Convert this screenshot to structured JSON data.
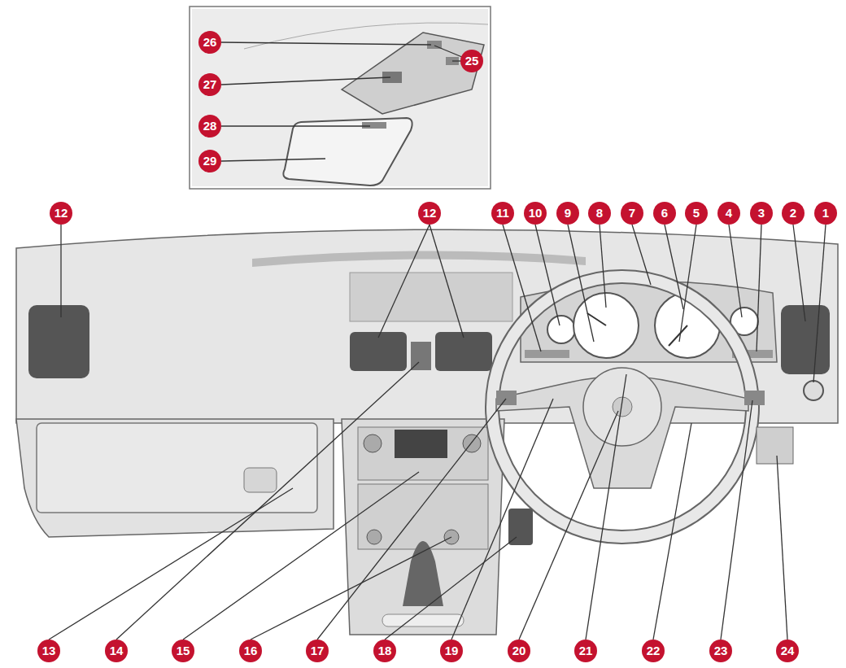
{
  "diagram": {
    "labels": [
      "26",
      "25",
      "27",
      "28",
      "29",
      "12",
      "12",
      "11",
      "10",
      "9",
      "8",
      "7",
      "6",
      "5",
      "4",
      "3",
      "2",
      "1",
      "13",
      "14",
      "15",
      "16",
      "17",
      "18",
      "19",
      "20",
      "21",
      "22",
      "23",
      "24"
    ]
  }
}
